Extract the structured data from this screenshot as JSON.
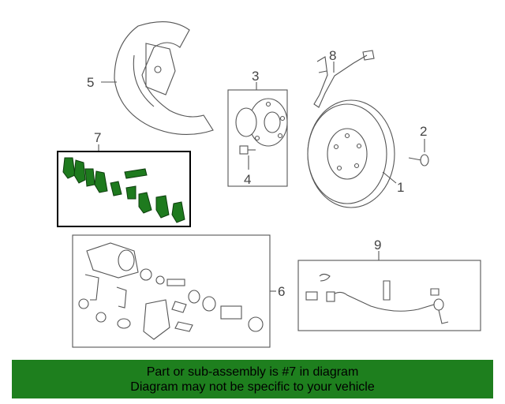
{
  "diagram": {
    "callouts": [
      "1",
      "2",
      "3",
      "4",
      "5",
      "6",
      "7",
      "8",
      "9"
    ]
  },
  "banner": {
    "line1": "Part or sub-assembly is #7 in diagram",
    "line2": "Diagram may not be specific to your vehicle"
  },
  "colors": {
    "highlight_part": "#1e7a1e",
    "banner_bg": "#1e7f1e",
    "line": "#555555"
  }
}
